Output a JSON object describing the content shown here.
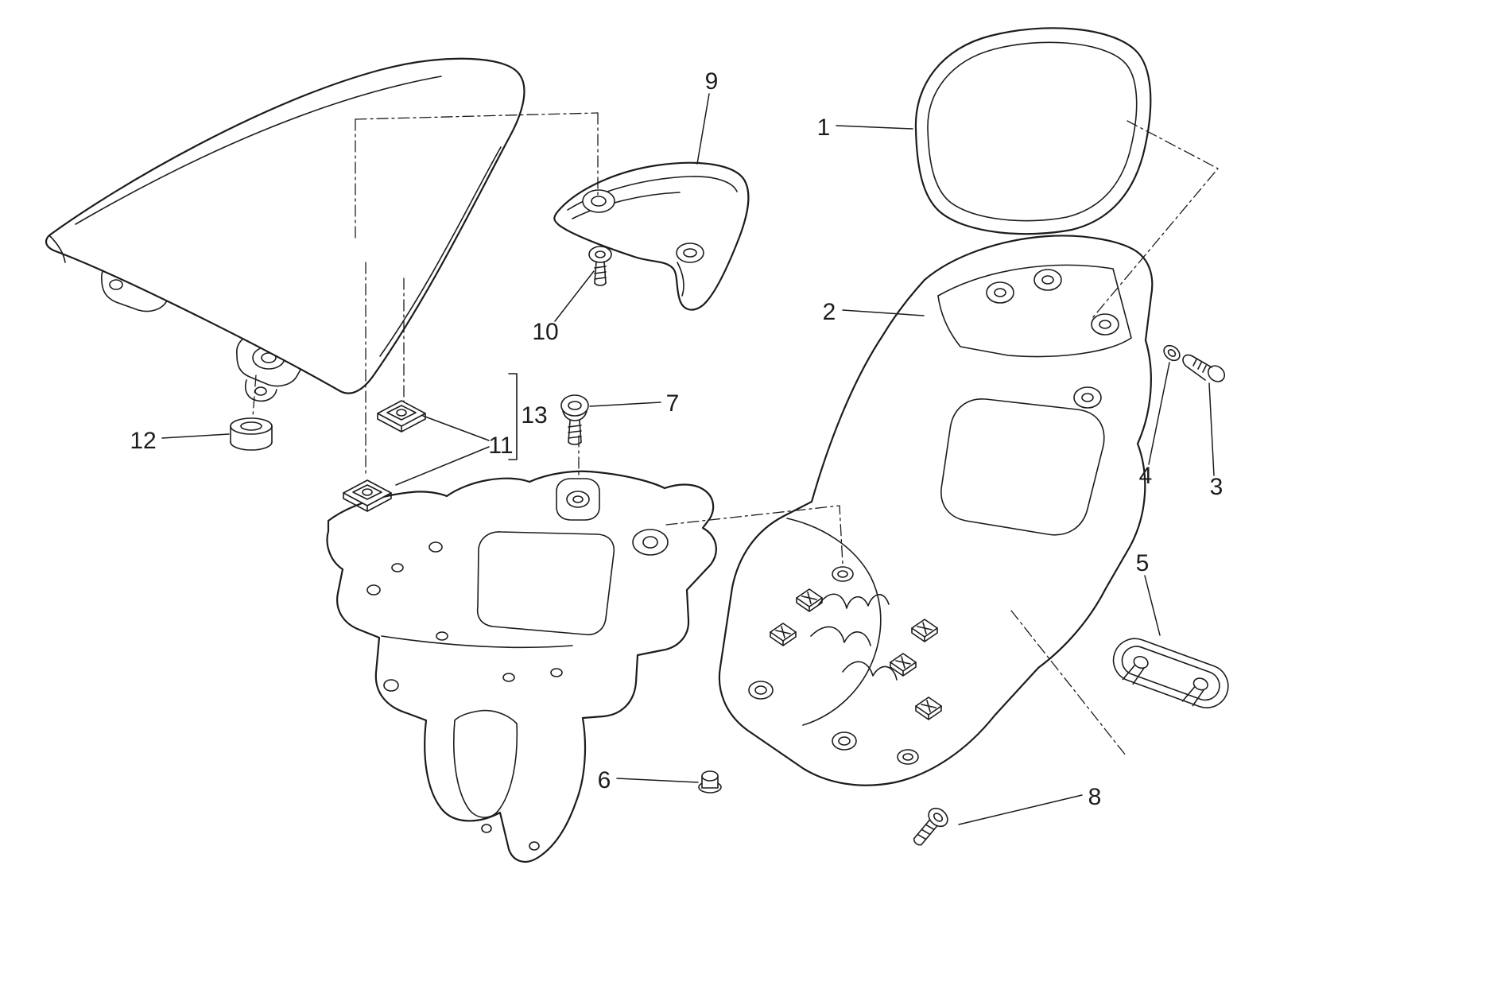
{
  "colors": {
    "background": "#ffffff",
    "line": "#1c1c1c"
  },
  "callouts": [
    {
      "label": "1"
    },
    {
      "label": "2"
    },
    {
      "label": "3"
    },
    {
      "label": "4"
    },
    {
      "label": "5"
    },
    {
      "label": "6"
    },
    {
      "label": "7"
    },
    {
      "label": "8"
    },
    {
      "label": "9"
    },
    {
      "label": "10"
    },
    {
      "label": "11"
    },
    {
      "label": "12"
    },
    {
      "label": "13"
    }
  ]
}
